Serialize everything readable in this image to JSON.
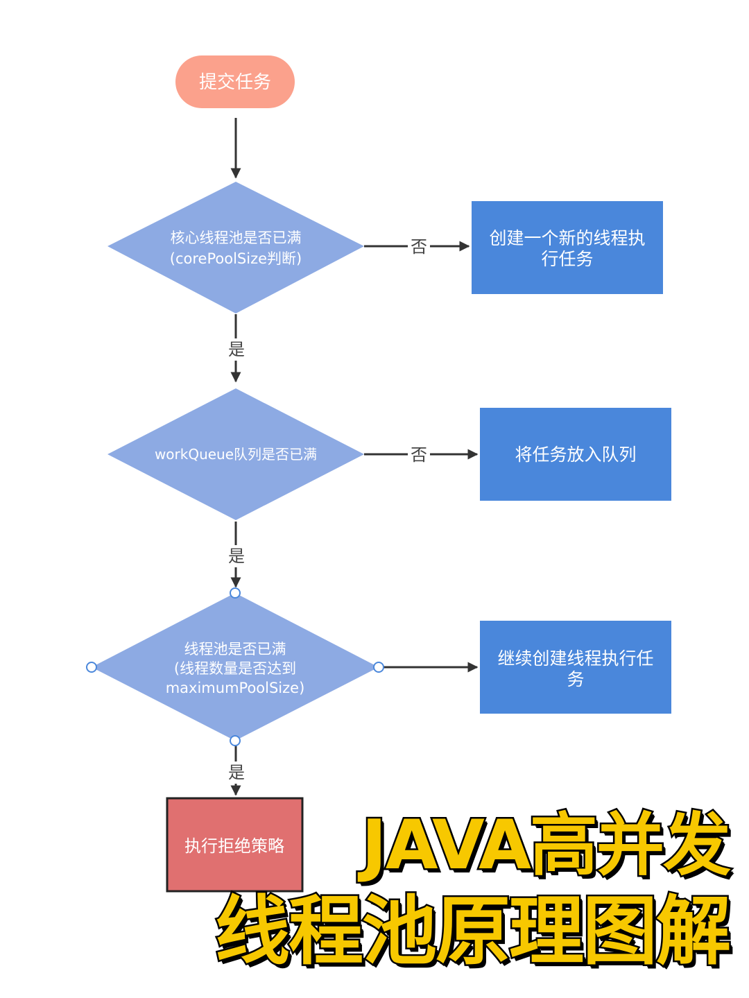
{
  "diagram": {
    "start": {
      "label": "提交任务"
    },
    "decision1": {
      "line1": "核心线程池是否已满",
      "line2": "(corePoolSize判断)"
    },
    "decision2": {
      "line1": "workQueue队列是否已满"
    },
    "decision3": {
      "line1": "线程池是否已满",
      "line2": "(线程数量是否达到",
      "line3": "maximumPoolSize)"
    },
    "action1": {
      "line1": "创建一个新的线程执",
      "line2": "行任务"
    },
    "action2": {
      "line1": "将任务放入队列"
    },
    "action3": {
      "line1": "继续创建线程执行任",
      "line2": "务"
    },
    "reject": {
      "label": "执行拒绝策略"
    },
    "edge_labels": {
      "no1": "否",
      "no2": "否",
      "yes1": "是",
      "yes2": "是",
      "yes3": "是"
    }
  },
  "title": {
    "line1": "JAVA高并发",
    "line2": "线程池原理图解"
  },
  "colors": {
    "start": "#fba18c",
    "decision": "#8daae3",
    "action": "#4a87db",
    "reject": "#e07070",
    "arrow": "#333333",
    "title_fill": "#f7c800",
    "title_stroke": "#000000"
  }
}
